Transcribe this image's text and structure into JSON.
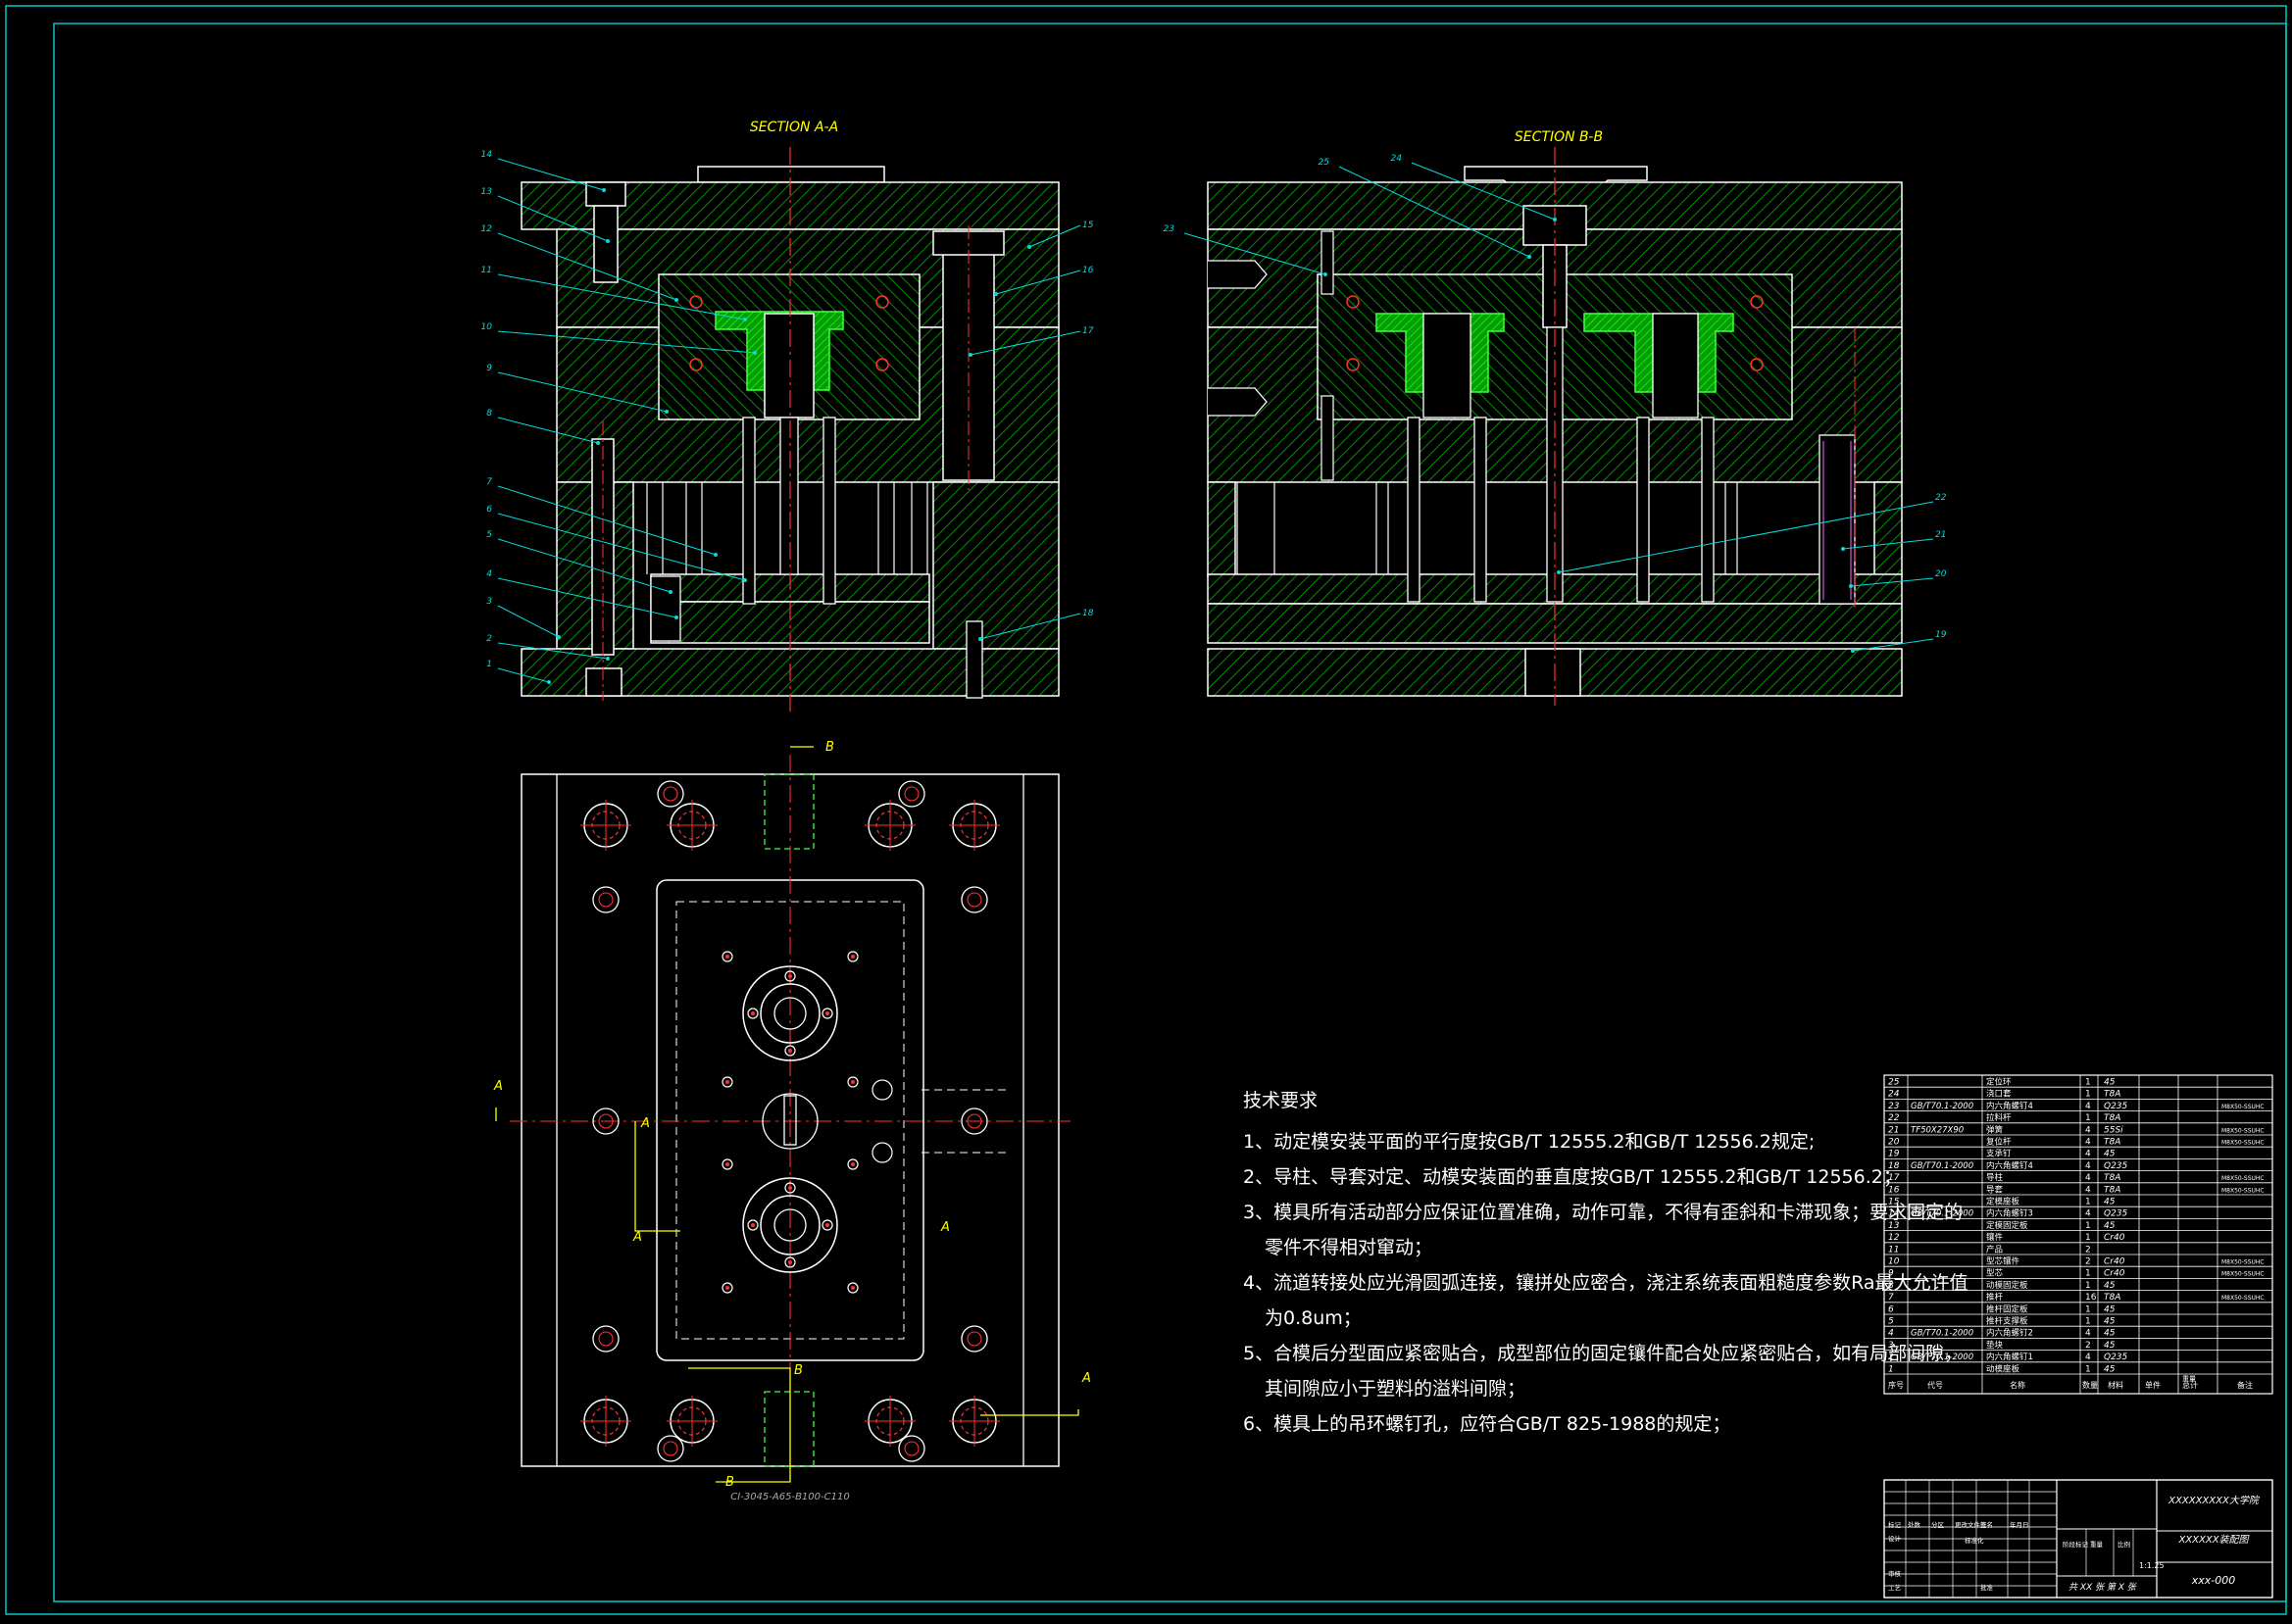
{
  "drawing": {
    "section_aa_title": "SECTION A-A",
    "section_bb_title": "SECTION B-B",
    "section_labels": {
      "a": "A",
      "b": "B"
    },
    "plan_caption": "CI-3045-A65-B100-C110",
    "balloons_left": [
      "14",
      "13",
      "12",
      "11",
      "10",
      "9",
      "8",
      "7",
      "6",
      "5",
      "4",
      "3",
      "2",
      "1"
    ],
    "balloons_right_a": [
      "15",
      "16",
      "17",
      "18"
    ],
    "balloons_b": [
      "25",
      "24",
      "23",
      "22",
      "21",
      "20",
      "19"
    ],
    "colors": {
      "frame": "#00c8c8",
      "hatch": "#00c800",
      "part": "#ffffff",
      "insert": "#40ff40",
      "center": "#ff3030",
      "leader": "#00dcdc",
      "title": "#ffff00"
    }
  },
  "notes": {
    "title": "技术要求",
    "lines": [
      "1、动定模安装平面的平行度按GB/T 12555.2和GB/T 12556.2规定;",
      "2、导柱、导套对定、动模安装面的垂直度按GB/T 12555.2和GB/T 12556.2；",
      "3、模具所有活动部分应保证位置准确，动作可靠，不得有歪斜和卡滞现象；要求固定的",
      "零件不得相对窜动；",
      "4、流道转接处应光滑圆弧连接，镶拼处应密合，浇注系统表面粗糙度参数Ra最大允许值",
      "为0.8um；",
      "5、合模后分型面应紧密贴合，成型部位的固定镶件配合处应紧密贴合，如有局部间隙，",
      "其间隙应小于塑料的溢料间隙；",
      "6、模具上的吊环螺钉孔，应符合GB/T 825-1988的规定；"
    ]
  },
  "bom": {
    "rows": [
      {
        "no": "25",
        "std": "",
        "name": "定位环",
        "qty": "1",
        "mat": "45",
        "note": ""
      },
      {
        "no": "24",
        "std": "",
        "name": "浇口套",
        "qty": "1",
        "mat": "T8A",
        "note": ""
      },
      {
        "no": "23",
        "std": "GB/T70.1-2000",
        "name": "内六角螺钉4",
        "qty": "4",
        "mat": "Q235",
        "note": "M8X50-SSUHC"
      },
      {
        "no": "22",
        "std": "",
        "name": "拉料杆",
        "qty": "1",
        "mat": "T8A",
        "note": ""
      },
      {
        "no": "21",
        "std": "TF50X27X90",
        "name": "弹簧",
        "qty": "4",
        "mat": "55Si",
        "note": "M8X50-SSUHC"
      },
      {
        "no": "20",
        "std": "",
        "name": "复位杆",
        "qty": "4",
        "mat": "T8A",
        "note": "M8X50-SSUHC"
      },
      {
        "no": "19",
        "std": "",
        "name": "支承钉",
        "qty": "4",
        "mat": "45",
        "note": ""
      },
      {
        "no": "18",
        "std": "GB/T70.1-2000",
        "name": "内六角螺钉4",
        "qty": "4",
        "mat": "Q235",
        "note": ""
      },
      {
        "no": "17",
        "std": "",
        "name": "导柱",
        "qty": "4",
        "mat": "T8A",
        "note": "M8X50-SSUHC"
      },
      {
        "no": "16",
        "std": "",
        "name": "导套",
        "qty": "4",
        "mat": "T8A",
        "note": "M8X50-SSUHC"
      },
      {
        "no": "15",
        "std": "",
        "name": "定模座板",
        "qty": "1",
        "mat": "45",
        "note": ""
      },
      {
        "no": "14",
        "std": "GB/T70.1-2000",
        "name": "内六角螺钉3",
        "qty": "4",
        "mat": "Q235",
        "note": ""
      },
      {
        "no": "13",
        "std": "",
        "name": "定模固定板",
        "qty": "1",
        "mat": "45",
        "note": ""
      },
      {
        "no": "12",
        "std": "",
        "name": "镶件",
        "qty": "1",
        "mat": "Cr40",
        "note": ""
      },
      {
        "no": "11",
        "std": "",
        "name": "产品",
        "qty": "2",
        "mat": "",
        "note": ""
      },
      {
        "no": "10",
        "std": "",
        "name": "型芯镶件",
        "qty": "2",
        "mat": "Cr40",
        "note": "M8X50-SSUHC"
      },
      {
        "no": "9",
        "std": "",
        "name": "型芯",
        "qty": "1",
        "mat": "Cr40",
        "note": "M8X50-SSUHC"
      },
      {
        "no": "8",
        "std": "",
        "name": "动模固定板",
        "qty": "1",
        "mat": "45",
        "note": ""
      },
      {
        "no": "7",
        "std": "",
        "name": "推杆",
        "qty": "16",
        "mat": "T8A",
        "note": "M8X50-SSUHC"
      },
      {
        "no": "6",
        "std": "",
        "name": "推杆固定板",
        "qty": "1",
        "mat": "45",
        "note": ""
      },
      {
        "no": "5",
        "std": "",
        "name": "推杆支撑板",
        "qty": "1",
        "mat": "45",
        "note": ""
      },
      {
        "no": "4",
        "std": "GB/T70.1-2000",
        "name": "内六角螺钉2",
        "qty": "4",
        "mat": "45",
        "note": ""
      },
      {
        "no": "3",
        "std": "",
        "name": "垫块",
        "qty": "2",
        "mat": "45",
        "note": ""
      },
      {
        "no": "2",
        "std": "GB/T70.1-2000",
        "name": "内六角螺钉1",
        "qty": "4",
        "mat": "Q235",
        "note": ""
      },
      {
        "no": "1",
        "std": "",
        "name": "动模座板",
        "qty": "1",
        "mat": "45",
        "note": ""
      }
    ],
    "header": [
      "序号",
      "代号",
      "名称",
      "数量",
      "材料",
      "单件",
      "总计",
      "备注"
    ],
    "header_weight": "重量",
    "title_block": {
      "school": "XXXXXXXXX大学院",
      "drawing_name": "XXXXXX装配图",
      "drawing_no": "xxx-000",
      "scale": "1:1.25",
      "sheets": "共 XX 张   第 X 张",
      "labels": [
        "标记",
        "处数",
        "分区",
        "更改文件号",
        "签名",
        "年月日",
        "设计",
        "标准化",
        "阶段标记",
        "重量",
        "比例",
        "审核",
        "工艺",
        "批准"
      ]
    }
  }
}
